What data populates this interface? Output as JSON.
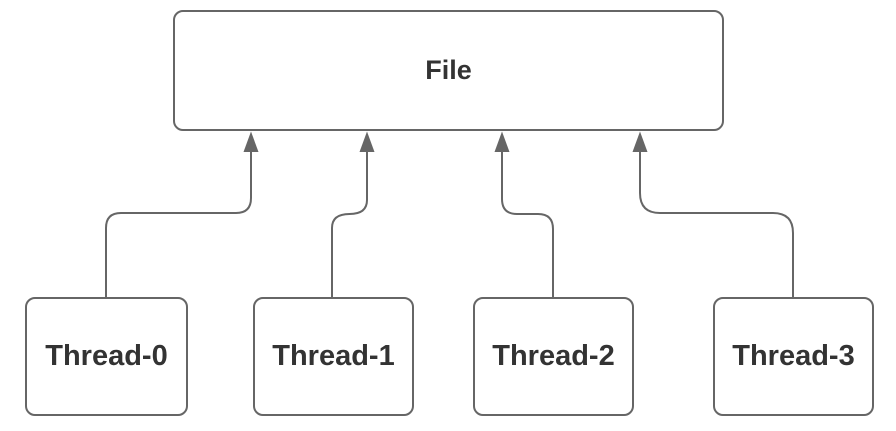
{
  "diagram": {
    "title": "threads-writing-to-file-diagram",
    "colors": {
      "stroke": "#666666",
      "text": "#333333",
      "bg": "#ffffff"
    },
    "nodes": {
      "file": {
        "label": "File"
      },
      "threads": [
        {
          "label": "Thread-0"
        },
        {
          "label": "Thread-1"
        },
        {
          "label": "Thread-2"
        },
        {
          "label": "Thread-3"
        }
      ]
    },
    "edges": [
      {
        "from": "Thread-0",
        "to": "File",
        "arrowhead": "triangle-up"
      },
      {
        "from": "Thread-1",
        "to": "File",
        "arrowhead": "triangle-up"
      },
      {
        "from": "Thread-2",
        "to": "File",
        "arrowhead": "triangle-up"
      },
      {
        "from": "Thread-3",
        "to": "File",
        "arrowhead": "triangle-up"
      }
    ]
  }
}
